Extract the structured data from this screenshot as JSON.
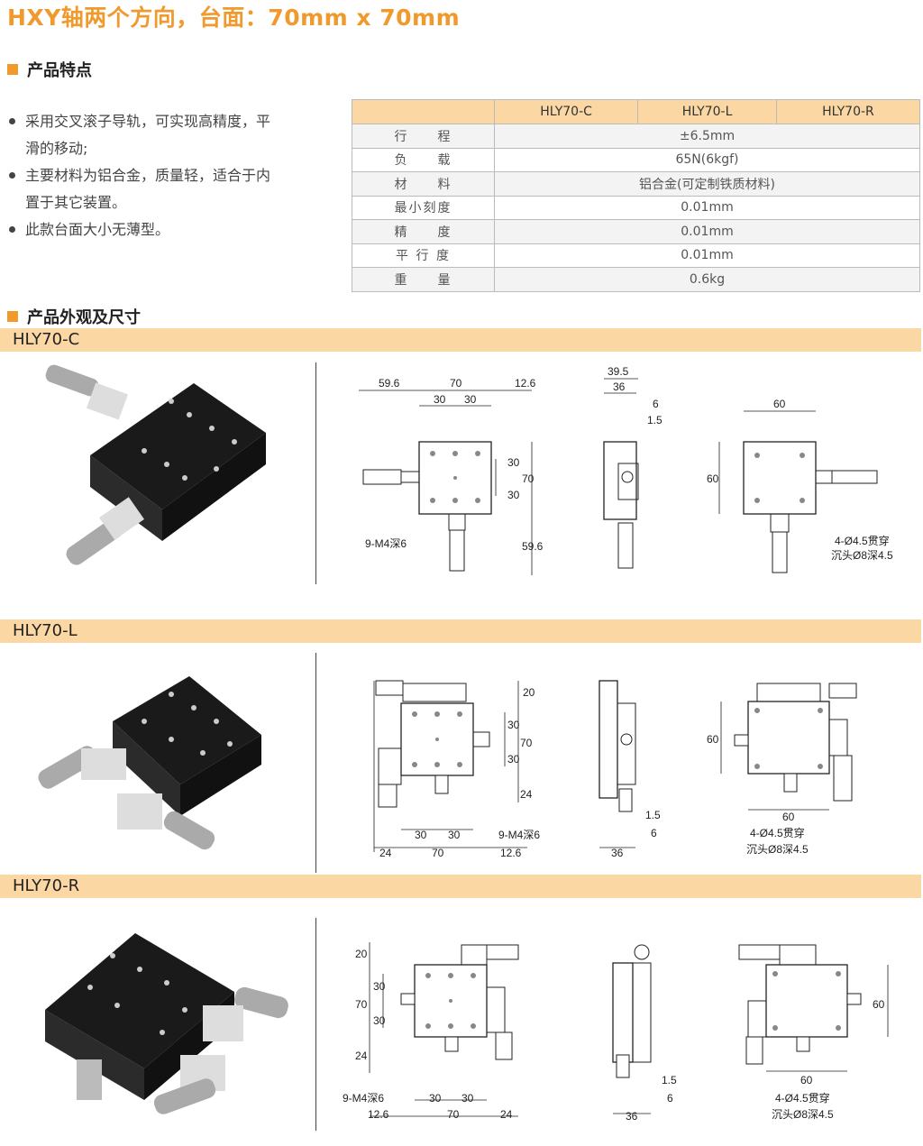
{
  "title": "HXY轴两个方向，台面：70mm x 70mm",
  "features_heading": "产品特点",
  "features": [
    "采用交叉滚子导轨，可实现高精度，平滑的移动;",
    "主要材料为铝合金，质量轻，适合于内置于其它装置。",
    "此款台面大小无薄型。"
  ],
  "spec": {
    "headers": [
      "",
      "HLY70-C",
      "HLY70-L",
      "HLY70-R"
    ],
    "rows": [
      {
        "label": "行　　程",
        "value": "±6.5mm"
      },
      {
        "label": "负　　载",
        "value": "65N(6kgf)"
      },
      {
        "label": "材　　料",
        "value": "铝合金(可定制铁质材料)"
      },
      {
        "label": "最小刻度",
        "value": "0.01mm"
      },
      {
        "label": "精　　度",
        "value": "0.01mm"
      },
      {
        "label": "平 行 度",
        "value": "0.01mm"
      },
      {
        "label": "重　　量",
        "value": "0.6kg"
      }
    ]
  },
  "appearance_heading": "产品外观及尺寸",
  "models": [
    {
      "name": "HLY70-C",
      "dims": {
        "d1": "59.6",
        "d2": "70",
        "d3": "12.6",
        "d4": "30",
        "d5": "30",
        "d6": "30",
        "d7": "70",
        "d8": "30",
        "d9": "59.6",
        "thread": "9-M4深6",
        "s1": "39.5",
        "s2": "36",
        "s3": "6",
        "s4": "1.5",
        "b1": "60",
        "b2": "60",
        "hole1": "4-Ø4.5贯穿",
        "hole2": "沉头Ø8深4.5"
      }
    },
    {
      "name": "HLY70-L",
      "dims": {
        "d1": "20",
        "d2": "30",
        "d3": "70",
        "d4": "30",
        "d5": "24",
        "d6": "30",
        "d7": "30",
        "d8": "24",
        "d9": "70",
        "d10": "12.6",
        "thread": "9-M4深6",
        "s1": "1.5",
        "s2": "6",
        "s3": "36",
        "b1": "60",
        "b2": "60",
        "hole1": "4-Ø4.5贯穿",
        "hole2": "沉头Ø8深4.5"
      }
    },
    {
      "name": "HLY70-R",
      "dims": {
        "d1": "20",
        "d2": "70",
        "d3": "30",
        "d4": "30",
        "d5": "24",
        "thread": "9-M4深6",
        "d6": "30",
        "d7": "30",
        "d8": "12.6",
        "d9": "70",
        "d10": "24",
        "s1": "1.5",
        "s2": "6",
        "s3": "36",
        "b1": "60",
        "b2": "60",
        "hole1": "4-Ø4.5贯穿",
        "hole2": "沉头Ø8深4.5"
      }
    }
  ]
}
